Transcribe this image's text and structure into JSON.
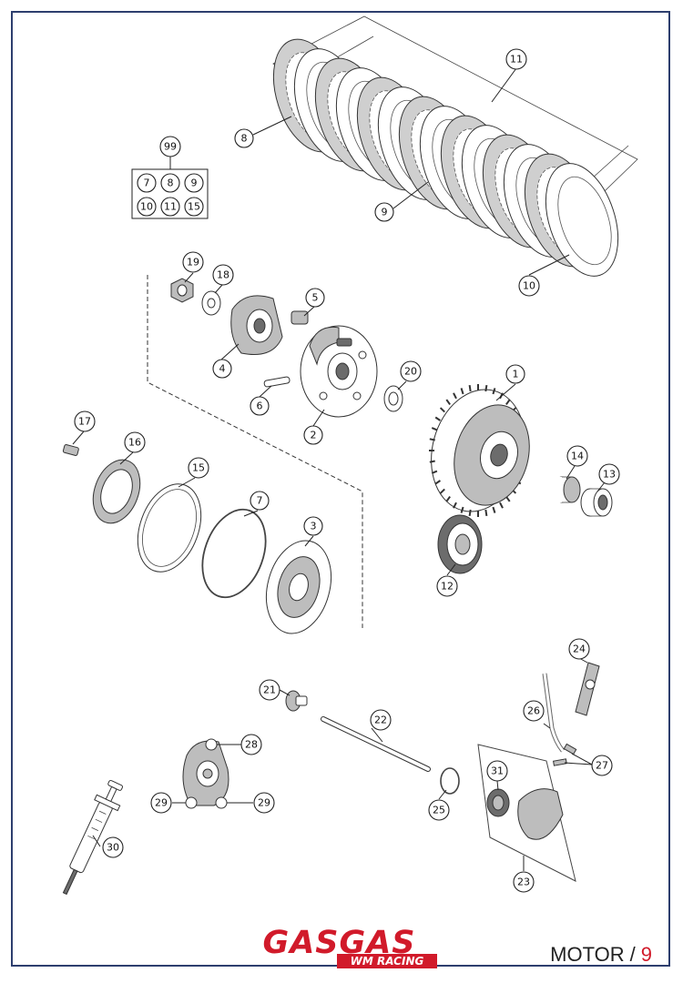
{
  "diagram": {
    "labels": {
      "p1": "1",
      "p2": "2",
      "p3": "3",
      "p4": "4",
      "p5": "5",
      "p6": "6",
      "p7": "7",
      "p8": "8",
      "p9": "9",
      "p10": "10",
      "p11": "11",
      "p12": "12",
      "p13": "13",
      "p14": "14",
      "p15": "15",
      "p16": "16",
      "p17": "17",
      "p18": "18",
      "p19": "19",
      "p20": "20",
      "p21": "21",
      "p22": "22",
      "p23": "23",
      "p24": "24",
      "p25": "25",
      "p26": "26",
      "p27": "27",
      "p28": "28",
      "p29a": "29",
      "p29b": "29",
      "p30": "30",
      "p31": "31",
      "p99": "99"
    },
    "kit": {
      "title": "99",
      "row1": [
        "7",
        "8",
        "9"
      ],
      "row2": [
        "10",
        "11",
        "15"
      ]
    }
  },
  "brand": {
    "name": "GASGAS",
    "sub": "WM RACING",
    "color": "#d11a2a"
  },
  "footer": {
    "section": "MOTOR",
    "separator": "/",
    "page": "9"
  }
}
